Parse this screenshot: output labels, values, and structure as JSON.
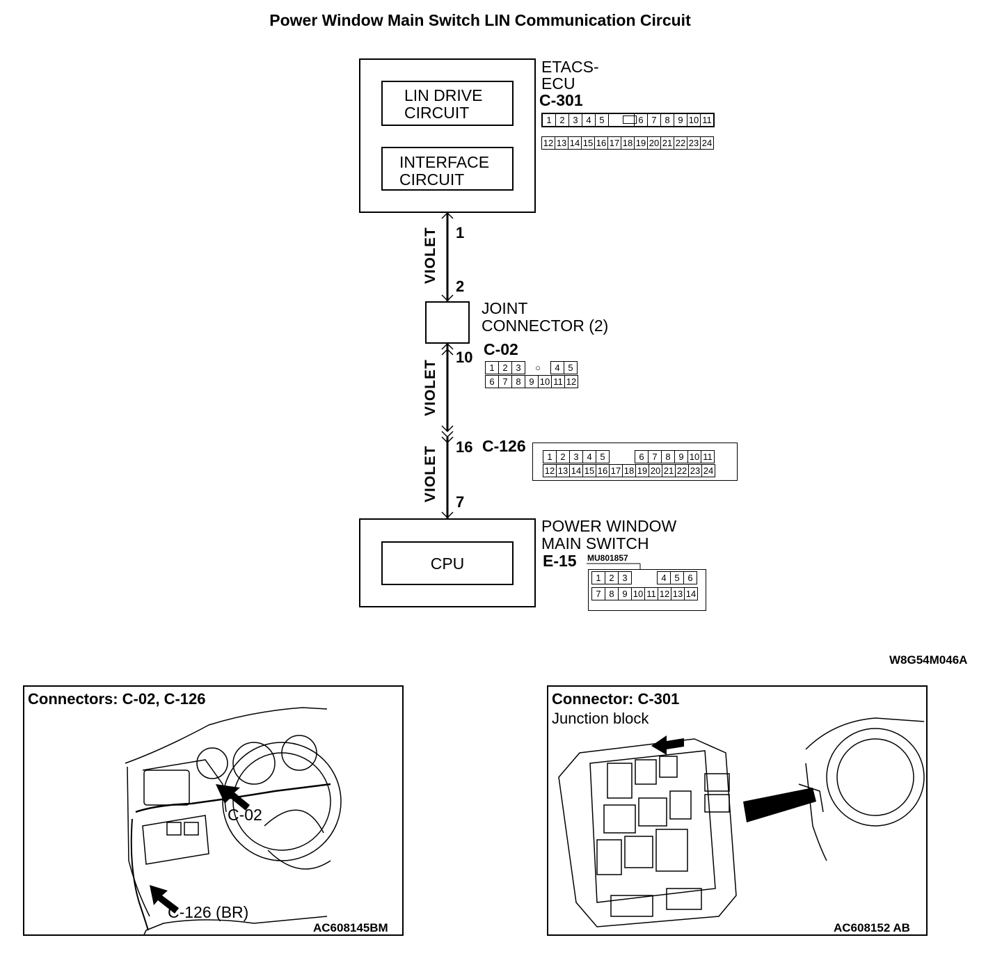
{
  "title": "Power Window Main Switch LIN Communication Circuit",
  "etacs": {
    "label_line1": "ETACS-",
    "label_line2": "ECU",
    "connector": "C-301",
    "inner1_line1": "LIN DRIVE",
    "inner1_line2": "CIRCUIT",
    "inner2_line1": "INTERFACE",
    "inner2_line2": "CIRCUIT",
    "pins_row1": [
      "1",
      "2",
      "3",
      "4",
      "5",
      "",
      "6",
      "7",
      "8",
      "9",
      "10",
      "11"
    ],
    "pins_row2": [
      "12",
      "13",
      "14",
      "15",
      "16",
      "17",
      "18",
      "19",
      "20",
      "21",
      "22",
      "23",
      "24"
    ]
  },
  "wires": {
    "seg1": {
      "color": "VIOLET",
      "pin_top": "1",
      "pin_bottom": "2"
    },
    "seg2": {
      "color": "VIOLET",
      "pin_top": "10"
    },
    "seg3": {
      "color": "VIOLET",
      "pin_top": "16",
      "pin_bottom": "7"
    }
  },
  "joint": {
    "label_line1": "JOINT",
    "label_line2": "CONNECTOR (2)",
    "connector": "C-02",
    "pins_row1": [
      "1",
      "2",
      "3",
      "",
      "4",
      "5"
    ],
    "pins_row2": [
      "6",
      "7",
      "8",
      "9",
      "10",
      "11",
      "12"
    ]
  },
  "c126": {
    "connector": "C-126",
    "pins_row1": [
      "1",
      "2",
      "3",
      "4",
      "5",
      "",
      "6",
      "7",
      "8",
      "9",
      "10",
      "11"
    ],
    "pins_row2": [
      "12",
      "13",
      "14",
      "15",
      "16",
      "17",
      "18",
      "19",
      "20",
      "21",
      "22",
      "23",
      "24"
    ]
  },
  "pwms": {
    "label_line1": "POWER WINDOW",
    "label_line2": "MAIN SWITCH",
    "connector": "E-15",
    "part_no": "MU801857",
    "inner": "CPU",
    "pins_row1": [
      "1",
      "2",
      "3",
      "",
      "4",
      "5",
      "6"
    ],
    "pins_row2": [
      "7",
      "8",
      "9",
      "10",
      "11",
      "12",
      "13",
      "14"
    ]
  },
  "figure_code": "W8G54M046A",
  "panel_left": {
    "title": "Connectors: C-02, C-126",
    "callout1": "C-02",
    "callout2": "C-126 (BR)",
    "code": "AC608145BM"
  },
  "panel_right": {
    "title": "Connector: C-301",
    "subtitle": "Junction block",
    "code": "AC608152 AB"
  }
}
